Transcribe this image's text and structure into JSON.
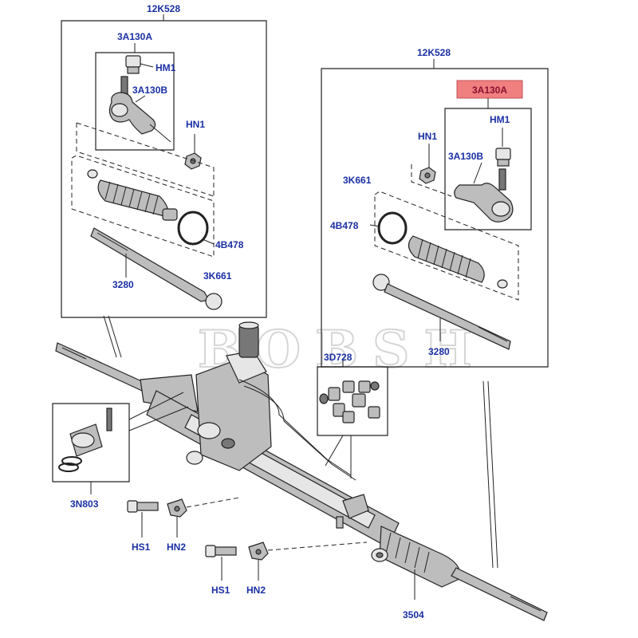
{
  "diagram": {
    "watermark": "BOBSH",
    "labels": {
      "left_assembly": "12K528",
      "left_tie_rod_end": "3A130A",
      "left_hm1": "HM1",
      "left_ball_joint": "3A130B",
      "left_hn1": "HN1",
      "left_clip": "4B478",
      "left_boot_kit": "3K661",
      "left_inner_rod": "3280",
      "right_assembly": "12K528",
      "right_tie_rod_end": "3A130A",
      "right_hm1": "HM1",
      "right_hn1": "HN1",
      "right_ball_joint": "3A130B",
      "right_boot_kit": "3K661",
      "right_clip": "4B478",
      "right_inner_rod": "3280",
      "seal_kit": "3D728",
      "mount_kit": "3N803",
      "bolt_1": "HS1",
      "bracket_1": "HN2",
      "bolt_2": "HS1",
      "bracket_2": "HN2",
      "steering_rack": "3504"
    },
    "highlight_color": "#f08080"
  }
}
